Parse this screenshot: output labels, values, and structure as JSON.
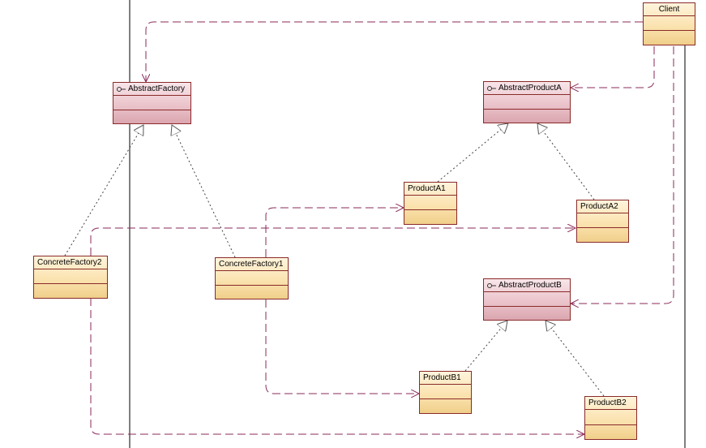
{
  "diagram": {
    "colors": {
      "concrete_fill": "#fbe3b0",
      "abstract_fill": "#ebc4cb",
      "border": "#8a2a2a",
      "line": "#8a2a5a"
    },
    "classes": {
      "client": {
        "name": "Client",
        "interface": false
      },
      "abstract_factory": {
        "name": "AbstractFactory",
        "interface": true
      },
      "abstract_product_a": {
        "name": "AbstractProductA",
        "interface": true
      },
      "abstract_product_b": {
        "name": "AbstractProductB",
        "interface": true
      },
      "product_a1": {
        "name": "ProductA1",
        "interface": false
      },
      "product_a2": {
        "name": "ProductA2",
        "interface": false
      },
      "product_b1": {
        "name": "ProductB1",
        "interface": false
      },
      "product_b2": {
        "name": "ProductB2",
        "interface": false
      },
      "concrete_factory1": {
        "name": "ConcreteFactory1",
        "interface": false
      },
      "concrete_factory2": {
        "name": "ConcreteFactory2",
        "interface": false
      }
    },
    "relationships": [
      {
        "type": "dependency",
        "from": "Client",
        "to": "AbstractFactory"
      },
      {
        "type": "dependency",
        "from": "Client",
        "to": "AbstractProductA"
      },
      {
        "type": "dependency",
        "from": "Client",
        "to": "AbstractProductB"
      },
      {
        "type": "realization",
        "from": "ConcreteFactory1",
        "to": "AbstractFactory"
      },
      {
        "type": "realization",
        "from": "ConcreteFactory2",
        "to": "AbstractFactory"
      },
      {
        "type": "realization",
        "from": "ProductA1",
        "to": "AbstractProductA"
      },
      {
        "type": "realization",
        "from": "ProductA2",
        "to": "AbstractProductA"
      },
      {
        "type": "realization",
        "from": "ProductB1",
        "to": "AbstractProductB"
      },
      {
        "type": "realization",
        "from": "ProductB2",
        "to": "AbstractProductB"
      },
      {
        "type": "dependency",
        "from": "ConcreteFactory1",
        "to": "ProductA1"
      },
      {
        "type": "dependency",
        "from": "ConcreteFactory1",
        "to": "ProductB1"
      },
      {
        "type": "dependency",
        "from": "ConcreteFactory2",
        "to": "ProductA2"
      },
      {
        "type": "dependency",
        "from": "ConcreteFactory2",
        "to": "ProductB2"
      }
    ]
  }
}
